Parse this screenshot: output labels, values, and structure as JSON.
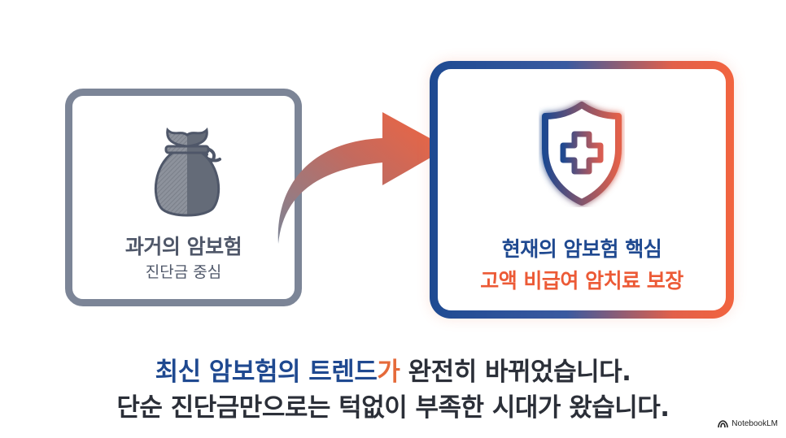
{
  "past": {
    "title": "과거의 암보험",
    "subtitle": "진단금 중심"
  },
  "present": {
    "title": "현재의 암보험 핵심",
    "highlight": "고액 비급여 암치료 보장"
  },
  "caption": {
    "line1_part1": "최신 암보험의 트렌드",
    "line1_part2": "가",
    "line1_part3": " 완전히 바뀌었습니다.",
    "line2": "단순 진단금만으로는 턱없이 부족한 시대가 왔습니다."
  },
  "watermark": {
    "label": "NotebookLM"
  },
  "icons": {
    "past": "money-bag-icon",
    "present": "shield-medical-icon",
    "transition": "curved-arrow-icon",
    "watermark": "notebooklm-logo-icon"
  },
  "colors": {
    "past_gray": "#7c8597",
    "present_blue": "#1f4990",
    "present_orange": "#ec5a36",
    "caption_orange": "#e56a3a",
    "caption_dark": "#2b2f38"
  }
}
